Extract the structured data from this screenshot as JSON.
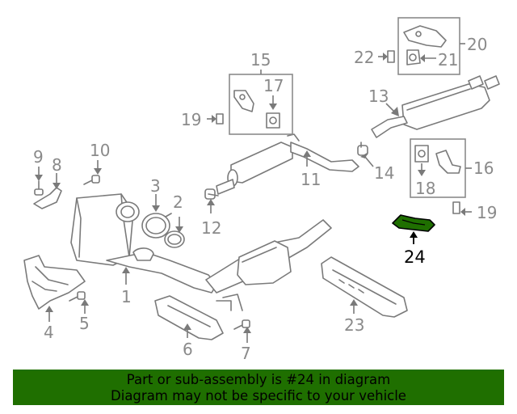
{
  "diagram": {
    "labels": [
      "1",
      "2",
      "3",
      "4",
      "5",
      "6",
      "7",
      "8",
      "9",
      "10",
      "11",
      "12",
      "13",
      "14",
      "15",
      "16",
      "17",
      "18",
      "19",
      "19",
      "20",
      "21",
      "22",
      "23",
      "24"
    ],
    "highlight_part": "24",
    "colors": {
      "line": "#7a7a7a",
      "highlight": "#000000",
      "banner": "#1f6f00"
    }
  },
  "banner": {
    "line1": "Part or sub-assembly is #24 in diagram",
    "line2": "Diagram may not be specific to your vehicle"
  }
}
